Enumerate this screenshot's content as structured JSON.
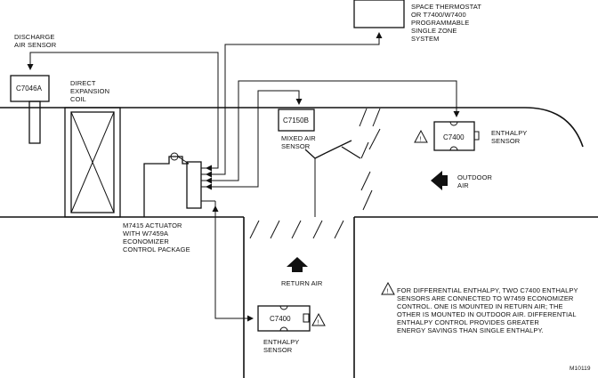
{
  "thermostat_label": [
    "SPACE THERMOSTAT",
    "OR T7400/W7400",
    "PROGRAMMABLE",
    "SINGLE ZONE",
    "SYSTEM"
  ],
  "discharge_label": [
    "DISCHARGE",
    "AIR SENSOR"
  ],
  "discharge_sensor": "C7046A",
  "coil_label": [
    "DIRECT",
    "EXPANSION",
    "COIL"
  ],
  "mixed_sensor": "C7150B",
  "mixed_label": [
    "MIXED AIR",
    "SENSOR"
  ],
  "outdoor_sensor": "C7400",
  "outdoor_enthalpy_label": [
    "ENTHALPY",
    "SENSOR"
  ],
  "outdoor_air_label": [
    "OUTDOOR",
    "AIR"
  ],
  "actuator_label": [
    "M7415 ACTUATOR",
    "WITH W7459A",
    "ECONOMIZER",
    "CONTROL PACKAGE"
  ],
  "return_air_label": "RETURN AIR",
  "return_sensor": "C7400",
  "return_enthalpy_label": [
    "ENTHALPY",
    "SENSOR"
  ],
  "note_lines": [
    "FOR DIFFERENTIAL ENTHALPY, TWO C7400 ENTHALPY",
    "SENSORS ARE CONNECTED TO W7459 ECONOMIZER",
    "CONTROL. ONE IS MOUNTED IN RETURN AIR; THE",
    "OTHER IS MOUNTED IN OUTDOOR AIR. DIFFERENTIAL",
    "ENTHALPY CONTROL PROVIDES GREATER",
    "ENERGY SAVINGS THAN SINGLE ENTHALPY."
  ],
  "warning_glyph": "!",
  "figure_id": "M10119"
}
